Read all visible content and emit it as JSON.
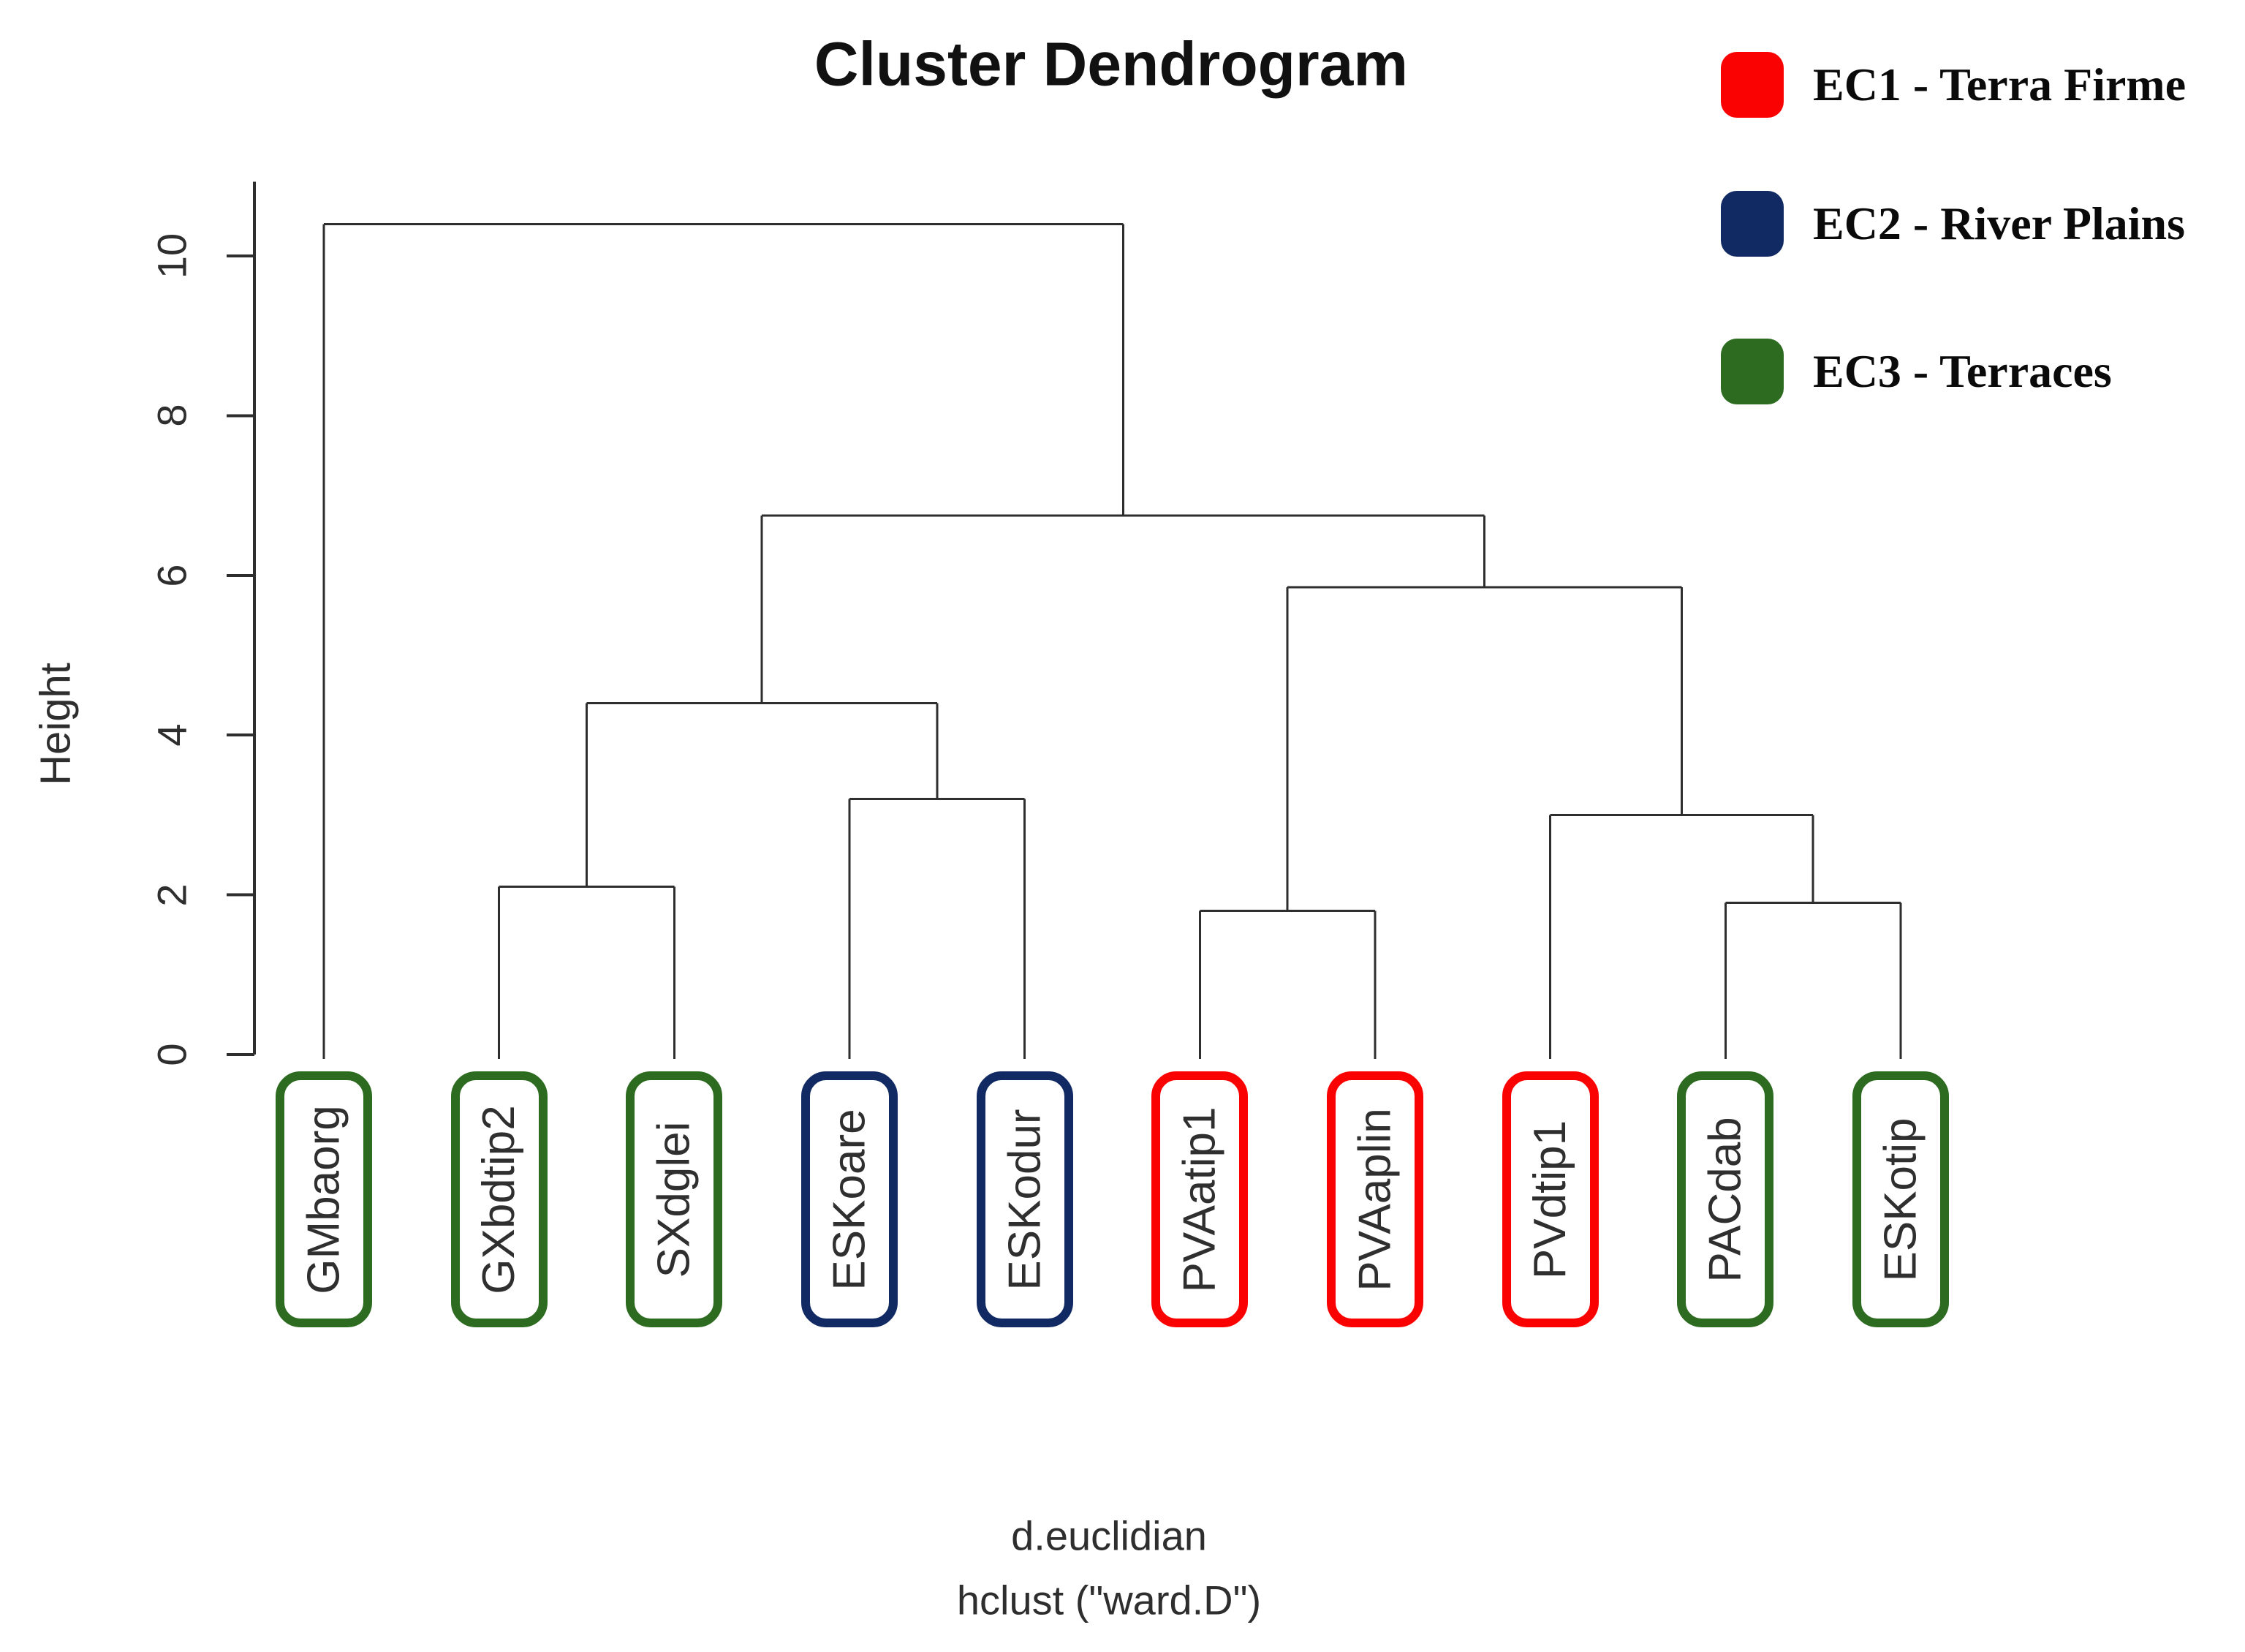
{
  "title": "Cluster Dendrogram",
  "legend": {
    "items": [
      {
        "id": "EC1",
        "label": "EC1 - Terra Firme",
        "color": "#fb0202"
      },
      {
        "id": "EC2",
        "label": "EC2 - River Plains",
        "color": "#122a63"
      },
      {
        "id": "EC3",
        "label": "EC3 - Terraces",
        "color": "#2d6b20"
      }
    ]
  },
  "chart_data": {
    "type": "dendrogram",
    "title": "Cluster Dendrogram",
    "ylabel": "Height",
    "yticks": [
      0,
      2,
      4,
      6,
      8,
      10
    ],
    "ytick_labels": [
      "0",
      "2",
      "4",
      "6",
      "8",
      "10"
    ],
    "ylim": [
      0,
      10.93
    ],
    "grid": false,
    "legend_position": "top-right",
    "line_color": "#2e2e2e",
    "leaves": [
      {
        "label": "GMbaorg",
        "group": "EC3"
      },
      {
        "label": "GXbdtip2",
        "group": "EC3"
      },
      {
        "label": "SXdglei",
        "group": "EC3"
      },
      {
        "label": "ESKoare",
        "group": "EC2"
      },
      {
        "label": "ESKodur",
        "group": "EC2"
      },
      {
        "label": "PVAatip1",
        "group": "EC1"
      },
      {
        "label": "PVAaplin",
        "group": "EC1"
      },
      {
        "label": "PVdtip1",
        "group": "EC1"
      },
      {
        "label": "PACdab",
        "group": "EC3"
      },
      {
        "label": "ESKotip",
        "group": "EC3"
      }
    ],
    "merges": [
      {
        "id": "m1",
        "children": [
          "GXbdtip2",
          "SXdglei"
        ],
        "height": 2.1
      },
      {
        "id": "m2",
        "children": [
          "ESKoare",
          "ESKodur"
        ],
        "height": 3.2
      },
      {
        "id": "m3",
        "children": [
          "m1",
          "m2"
        ],
        "height": 4.4
      },
      {
        "id": "m4",
        "children": [
          "PVAatip1",
          "PVAaplin"
        ],
        "height": 1.8
      },
      {
        "id": "m5",
        "children": [
          "PACdab",
          "ESKotip"
        ],
        "height": 1.9
      },
      {
        "id": "m6",
        "children": [
          "PVdtip1",
          "m5"
        ],
        "height": 3.0
      },
      {
        "id": "m7",
        "children": [
          "m4",
          "m6"
        ],
        "height": 5.85
      },
      {
        "id": "m8",
        "children": [
          "m3",
          "m7"
        ],
        "height": 6.75
      },
      {
        "id": "m9",
        "children": [
          "GMbaorg",
          "m8"
        ],
        "height": 10.4
      }
    ],
    "footer_lines": [
      "d.euclidian",
      "hclust (\"ward.D\")"
    ]
  }
}
